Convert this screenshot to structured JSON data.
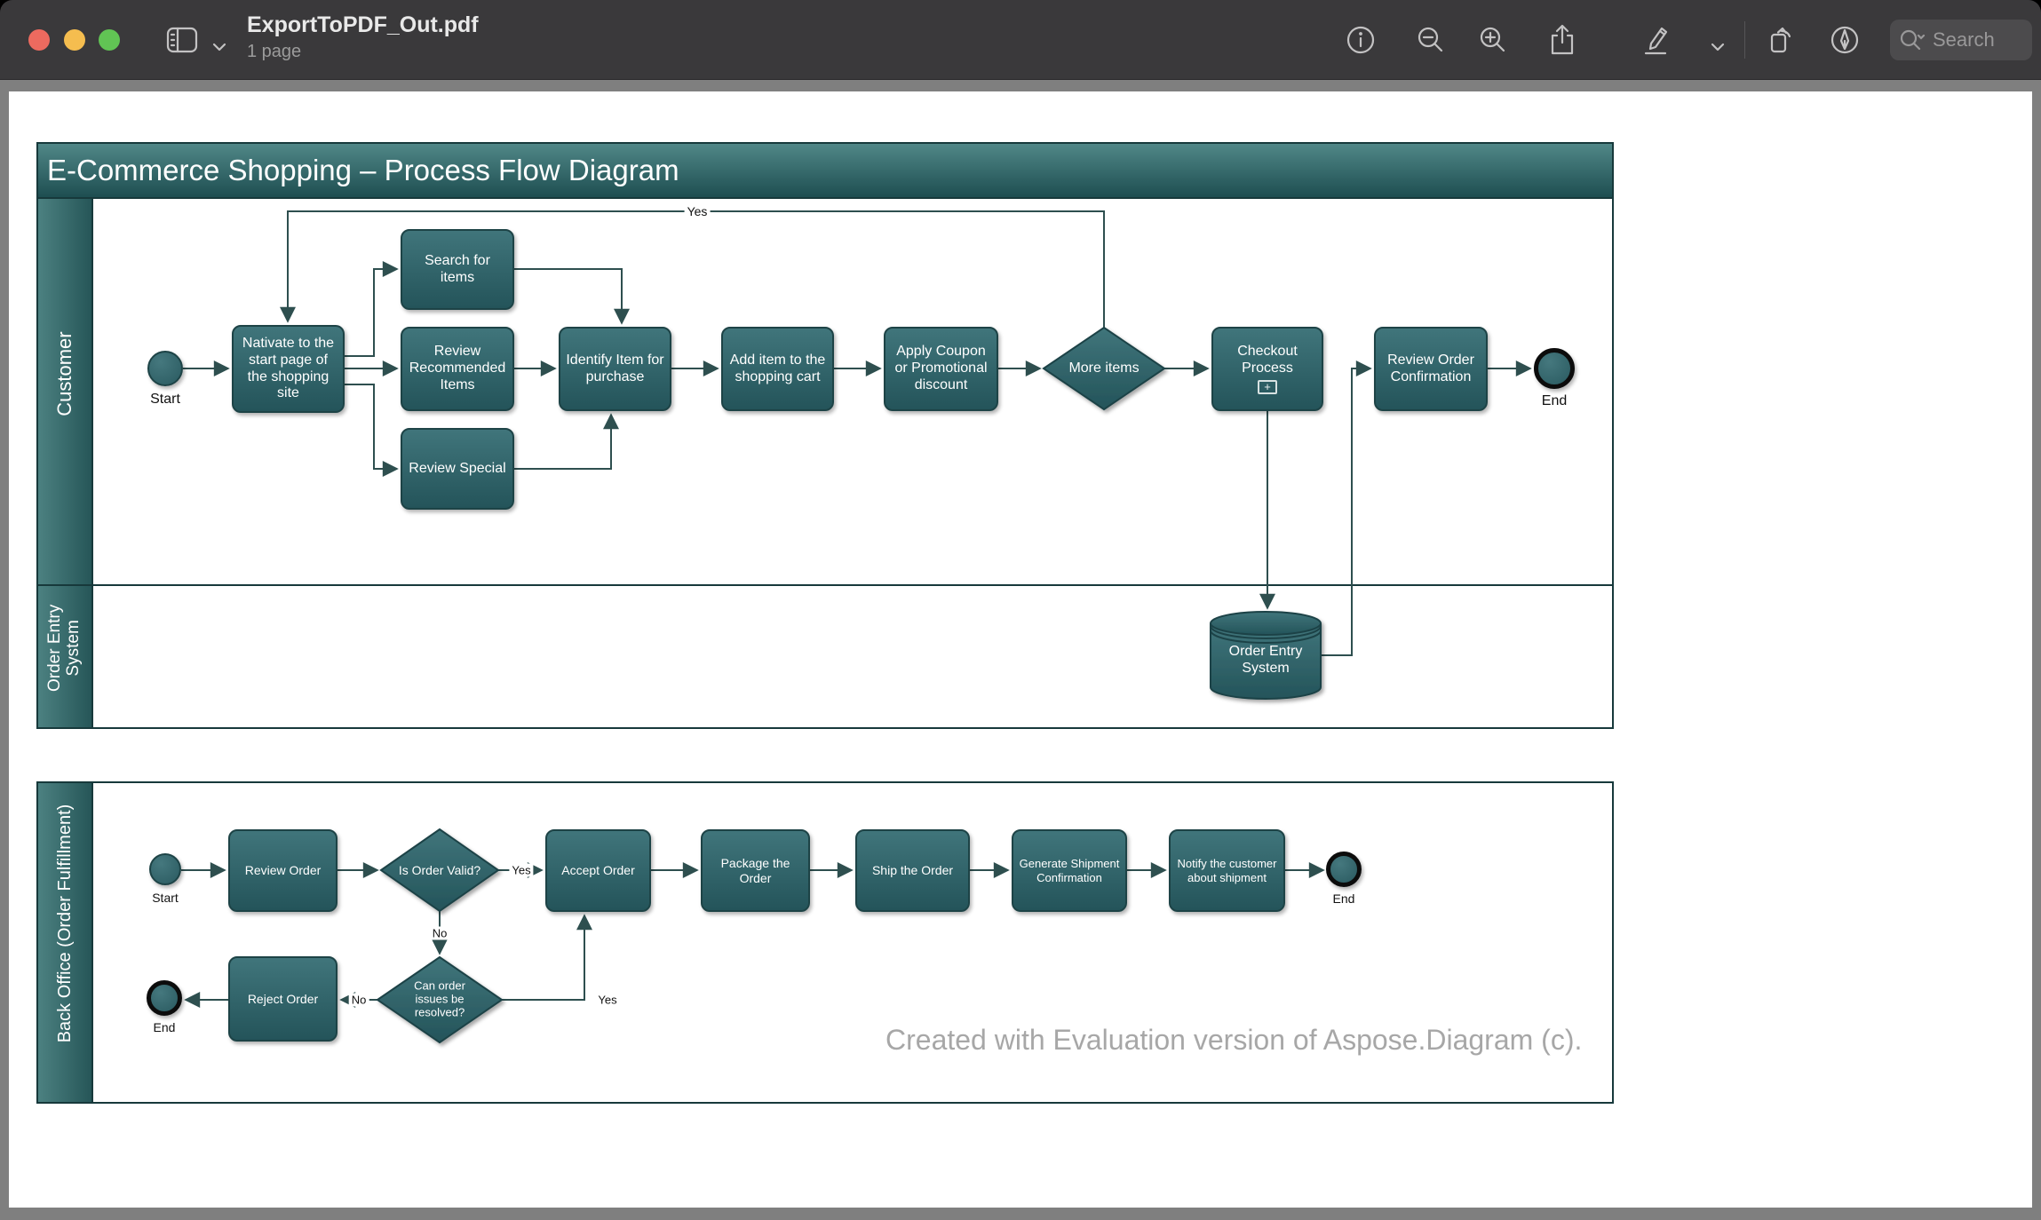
{
  "window": {
    "title": "ExportToPDF_Out.pdf",
    "subtitle": "1 page",
    "search_placeholder": "Search",
    "traffic_lights": {
      "close": "#ed6a5f",
      "minimize": "#f5bd4f",
      "zoom": "#61c454"
    },
    "toolbar_icons": [
      "sidebar",
      "info",
      "zoom-out",
      "zoom-in",
      "share",
      "markup",
      "markup-options",
      "rotate",
      "fill-and-sign",
      "search"
    ]
  },
  "diagram": {
    "title": "E-Commerce Shopping – Process Flow Diagram",
    "lanes": {
      "customer": "Customer",
      "order_entry": "Order Entry System",
      "back_office": "Back Office (Order Fulfillment)"
    },
    "nodes": {
      "nativate": "Nativate to the start page of the shopping site",
      "search_items": "Search for items",
      "review_recommended": "Review Recommended Items",
      "review_special": "Review Special",
      "identify": "Identify Item for purchase",
      "add_item": "Add item to the shopping cart",
      "apply_coupon": "Apply Coupon or Promotional discount",
      "more_items": "More items",
      "checkout": "Checkout Process",
      "review_conf": "Review Order Confirmation",
      "oes_db": "Order Entry System",
      "review_order": "Review Order",
      "is_valid": "Is Order Valid?",
      "accept": "Accept Order",
      "package": "Package the Order",
      "ship": "Ship the Order",
      "generate": "Generate Shipment Confirmation",
      "notify": "Notify the customer about shipment",
      "reject": "Reject Order",
      "resolve": "Can order issues be resolved?"
    },
    "terminals": {
      "start1": "Start",
      "end1": "End",
      "start2": "Start",
      "end2": "End",
      "end3": "End"
    },
    "edge_labels": {
      "yes_loop": "Yes",
      "valid_yes": "Yes",
      "valid_no": "No",
      "resolve_no": "No",
      "resolve_yes": "Yes"
    },
    "watermark": "Created with Evaluation version of Aspose.Diagram (c).",
    "colors": {
      "node_fill_top": "#40757b",
      "node_fill_bottom": "#24545a",
      "node_border": "#1d4346",
      "edge": "#2e4f4f",
      "pool_header_top": "#508787",
      "pool_header_bottom": "#1e4e51",
      "watermark": "#a7a7a7",
      "chrome_bg": "#3a393b",
      "page_bg": "#ffffff",
      "desktop_bg": "#7f7f7f"
    }
  }
}
